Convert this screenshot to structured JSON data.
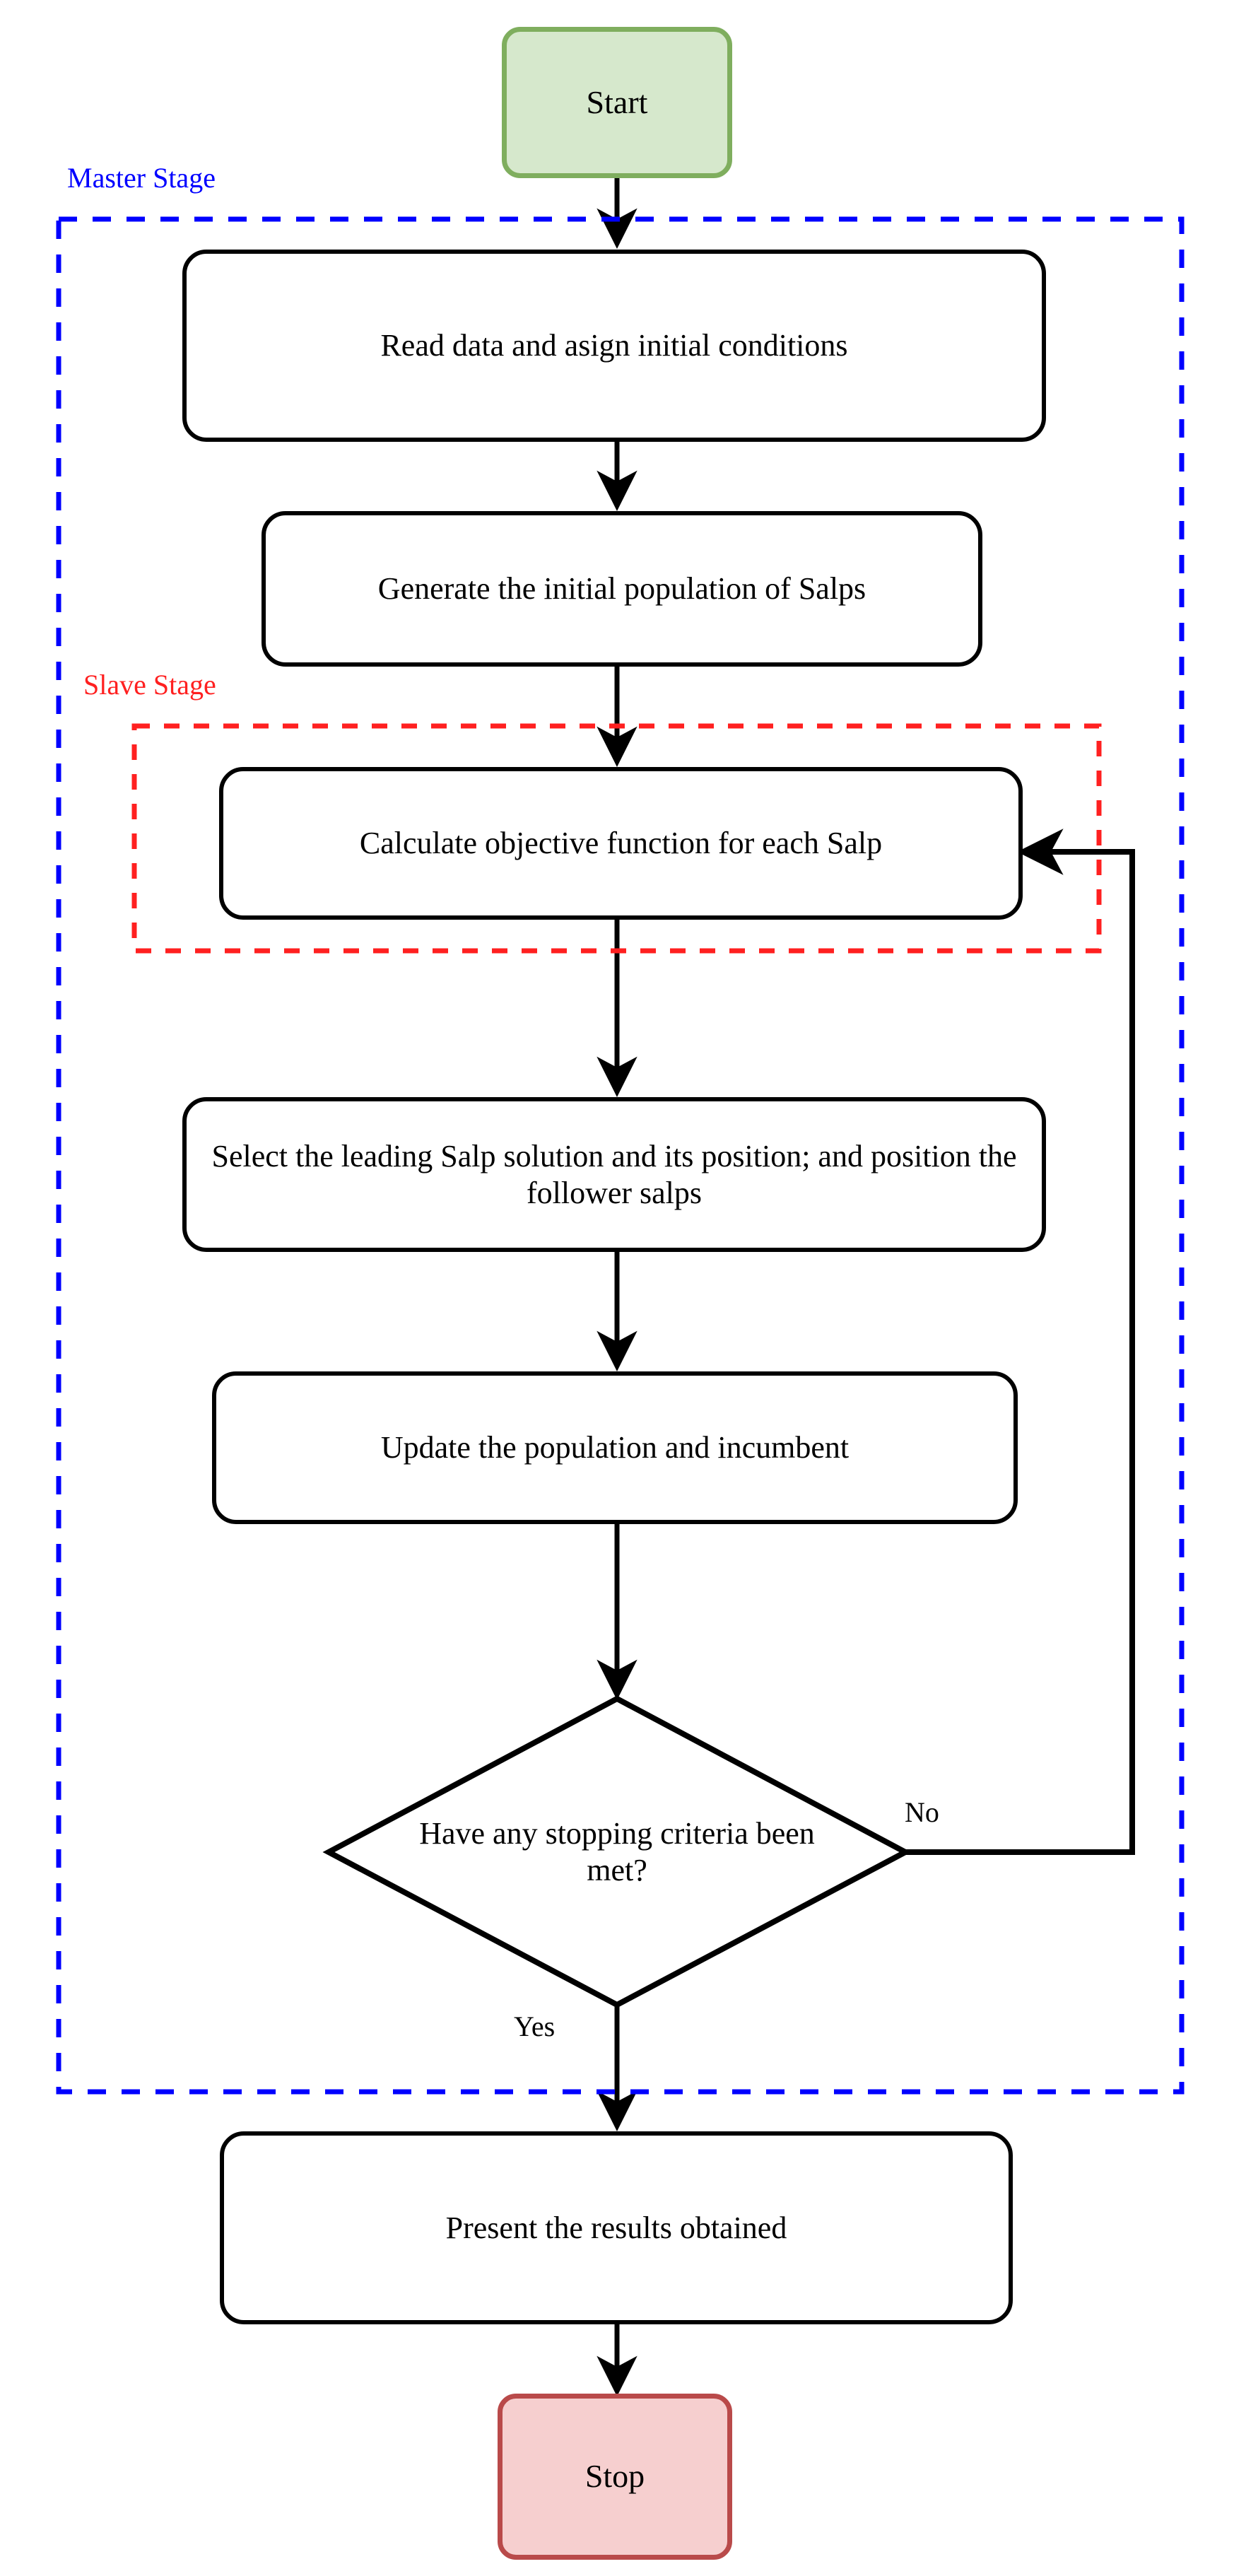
{
  "diagram": {
    "title": "Salp Swarm Algorithm master-slave flowchart",
    "colors": {
      "master_stage": "#0000ff",
      "slave_stage": "#ff2020",
      "start_fill": "#d6e8cc",
      "start_border": "#7fae5e",
      "stop_fill": "#f6cfcf",
      "stop_border": "#b94a4a",
      "node_border": "#000000",
      "connector": "#000000"
    },
    "stages": {
      "master": "Master Stage",
      "slave": "Slave Stage"
    },
    "nodes": {
      "start": "Start",
      "read_data": "Read data and asign initial conditions",
      "generate_population": "Generate the initial population of Salps",
      "calculate_objective": "Calculate objective function for each Salp",
      "select_leader": "Select the leading Salp solution and its position; and position the follower salps",
      "update_population": "Update the population and incumbent",
      "decision": "Have any stopping criteria been met?",
      "present_results": "Present the results obtained",
      "stop": "Stop"
    },
    "edge_labels": {
      "yes": "Yes",
      "no": "No"
    }
  }
}
